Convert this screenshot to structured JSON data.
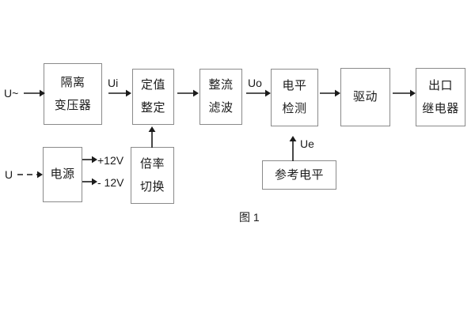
{
  "figure": {
    "caption": "图 1",
    "stroke_color": "#8a8a8a",
    "text_color": "#1b1b1b",
    "background": "#ffffff"
  },
  "blocks": {
    "isolation_transformer": {
      "line1": "隔离",
      "line2": "变压器"
    },
    "setting_value": {
      "line1": "定值",
      "line2": "整定"
    },
    "rectify_filter": {
      "line1": "整流",
      "line2": "滤波"
    },
    "level_detect": {
      "line1": "电平",
      "line2": "检测"
    },
    "drive": {
      "line1": "驱动"
    },
    "output_relay": {
      "line1": "出口",
      "line2": "继电器"
    },
    "power_supply": {
      "line1": "电源"
    },
    "multiplier_switch": {
      "line1": "倍率",
      "line2": "切换"
    },
    "reference_level": {
      "line1": "参考电平"
    }
  },
  "labels": {
    "input_ac": "U~",
    "input_dc": "U",
    "ui": "Ui",
    "uo": "Uo",
    "ue": "Ue",
    "plus12v": "+12V",
    "minus12v": "- 12V"
  }
}
